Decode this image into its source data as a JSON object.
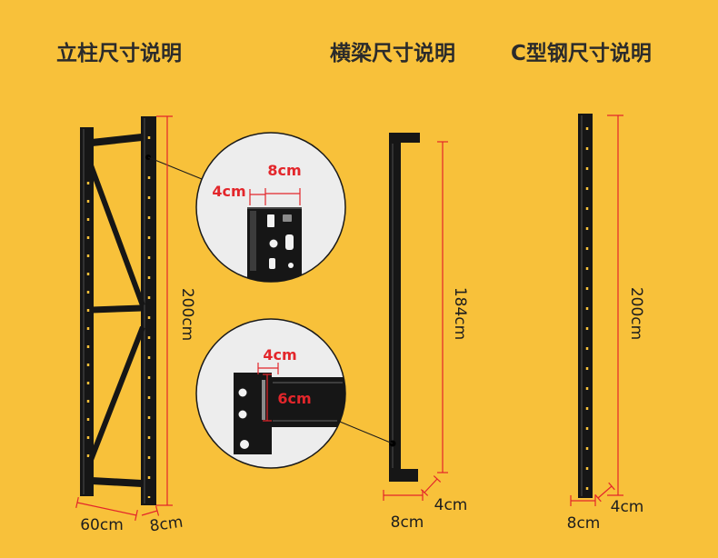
{
  "titles": {
    "upright": "立柱尺寸说明",
    "beam": "横梁尺寸说明",
    "channel": "C型钢尺寸说明"
  },
  "upright": {
    "height": "200cm",
    "depth": "60cm",
    "post_width": "8cm"
  },
  "callouts": {
    "post_section": {
      "width": "8cm",
      "depth": "4cm"
    },
    "beam_end": {
      "width": "4cm",
      "height": "6cm"
    }
  },
  "beam": {
    "length": "184cm",
    "width": "8cm",
    "depth": "4cm"
  },
  "channel": {
    "height": "200cm",
    "width": "8cm",
    "depth": "4cm"
  },
  "colors": {
    "background": "#F8C13A",
    "steel": "#161616",
    "dimension": "#E3262B",
    "title": "#2B2B2B",
    "label": "#1E1E1E",
    "callout": "#EDEDED"
  }
}
